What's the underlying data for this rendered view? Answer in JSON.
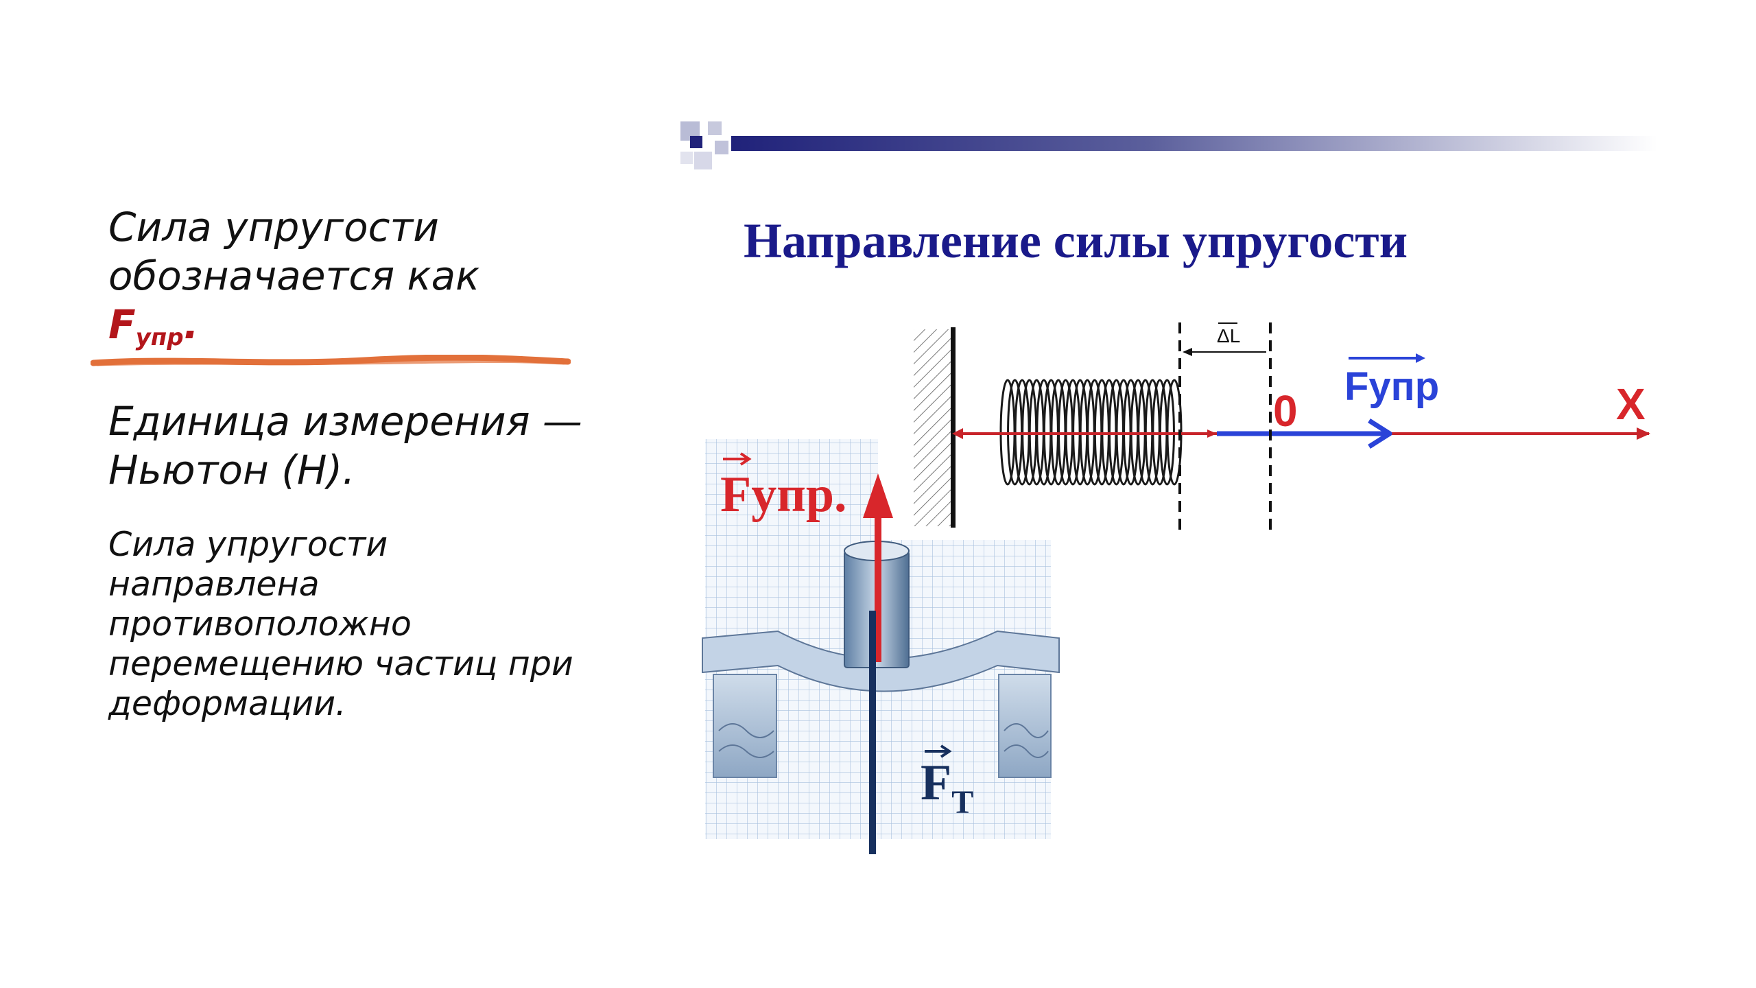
{
  "left": {
    "intro_text": "Сила упругости обозначается как",
    "symbol_main": "F",
    "symbol_sub": "упр",
    "symbol_end": ".",
    "unit_text": "Единица измерения — Ньютон (Н).",
    "note_text": "Сила упругости направлена противоположно перемещению частиц при деформации."
  },
  "figure": {
    "title": "Направление силы упругости",
    "spring_diagram": {
      "delta_label": "ΔL",
      "force_label": "Fупр",
      "origin_label": "0",
      "axis_label": "X"
    },
    "beam_diagram": {
      "elastic_force_label": "Fупр.",
      "gravity_label_main": "F",
      "gravity_label_sub": "Т"
    }
  },
  "colors": {
    "title_navy": "#1a1a8a",
    "accent_red": "#d8262b",
    "force_blue": "#2a43d8",
    "gravity_navy": "#17305e",
    "divider_orange": "#e2703a"
  },
  "icons": {
    "corner_mark": "checker-squares-icon",
    "force_arrow_up": "arrow-up-icon",
    "force_arrow_down": "arrow-down-icon",
    "force_arrow_right": "arrow-right-icon"
  }
}
